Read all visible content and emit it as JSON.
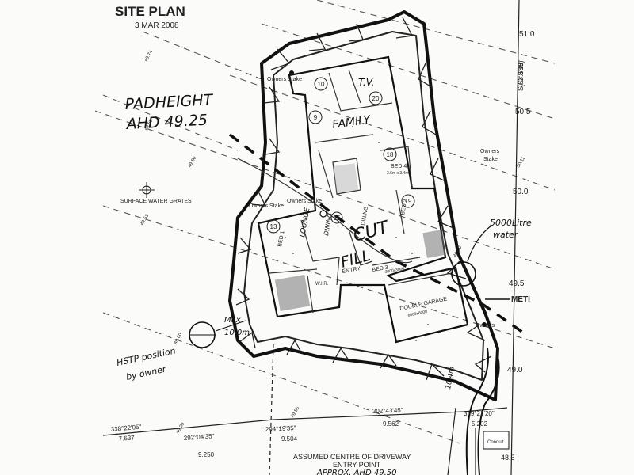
{
  "title": {
    "heading": "SITE PLAN",
    "date": "3 MAR 2008"
  },
  "handwritten": {
    "pad_height_line1": "PADHEIGHT",
    "pad_height_line2": "AHD 49.25",
    "family": "FAMILY",
    "tv": "T.V.",
    "lounge": "LOUNGE",
    "cut": "CUT",
    "fill": "FILL",
    "tank_line1": "5000Litre",
    "tank_line2": "water",
    "max_line1": "Max",
    "max_line2": "10.0m",
    "hstp_line1": "HSTP position",
    "hstp_line2": "by owner",
    "dim_10_4": "10.4m"
  },
  "rooms": {
    "bed1": "BED 1",
    "bed2": "BED 2",
    "bed3": "BED 3",
    "bed4": "BED 4",
    "entry": "ENTRY",
    "wir": "W.I.R.",
    "garage": "DOUBLE GARAGE",
    "garage_dim": "6000x6000",
    "bed4_dim": "3.6m x 3.4m",
    "bed3_dim": "3000x3000",
    "dining": "DINING",
    "room_no_10": "10",
    "room_no_20": "20",
    "room_no_9": "9",
    "room_no_13": "13",
    "room_no_18": "18",
    "room_no_19": "19",
    "room_no_15": "15"
  },
  "labels": {
    "owners_stake": "Owners Stake",
    "owners_stake_short": "Owners",
    "stake": "Stake",
    "surface_water_grates": "SURFACE WATER GRATES",
    "assumed_centre": "ASSUMED CENTRE OF DRIVEWAY",
    "entry_point": "ENTRY POINT",
    "ahd_entry": "APPROX. AHD 49.50",
    "metre_label": "METI",
    "conduit": "Conduit"
  },
  "contours": [
    "51.0",
    "50.5",
    "50.0",
    "49.5",
    "49.0",
    "48.5"
  ],
  "spot_levels": [
    "49.74",
    "49.86",
    "49.53",
    "49.59",
    "49.60",
    "49.50",
    "49.85",
    "49.39",
    "49.11",
    "50.11",
    "48.5"
  ],
  "boundary": {
    "side_bearing": "S70°8'15\"",
    "side_distance": "(63.689)",
    "bearings": [
      "338°22'05\"",
      "292°04'35\"",
      "294°19'35\"",
      "302°43'45\"",
      "319°22'20\""
    ],
    "distances": [
      "7.637",
      "9.250",
      "9.504",
      "9.562",
      "5.202"
    ]
  },
  "colors": {
    "ink": "#1a1a1a",
    "paper": "#fbfbfa",
    "pencil": "#333333"
  }
}
